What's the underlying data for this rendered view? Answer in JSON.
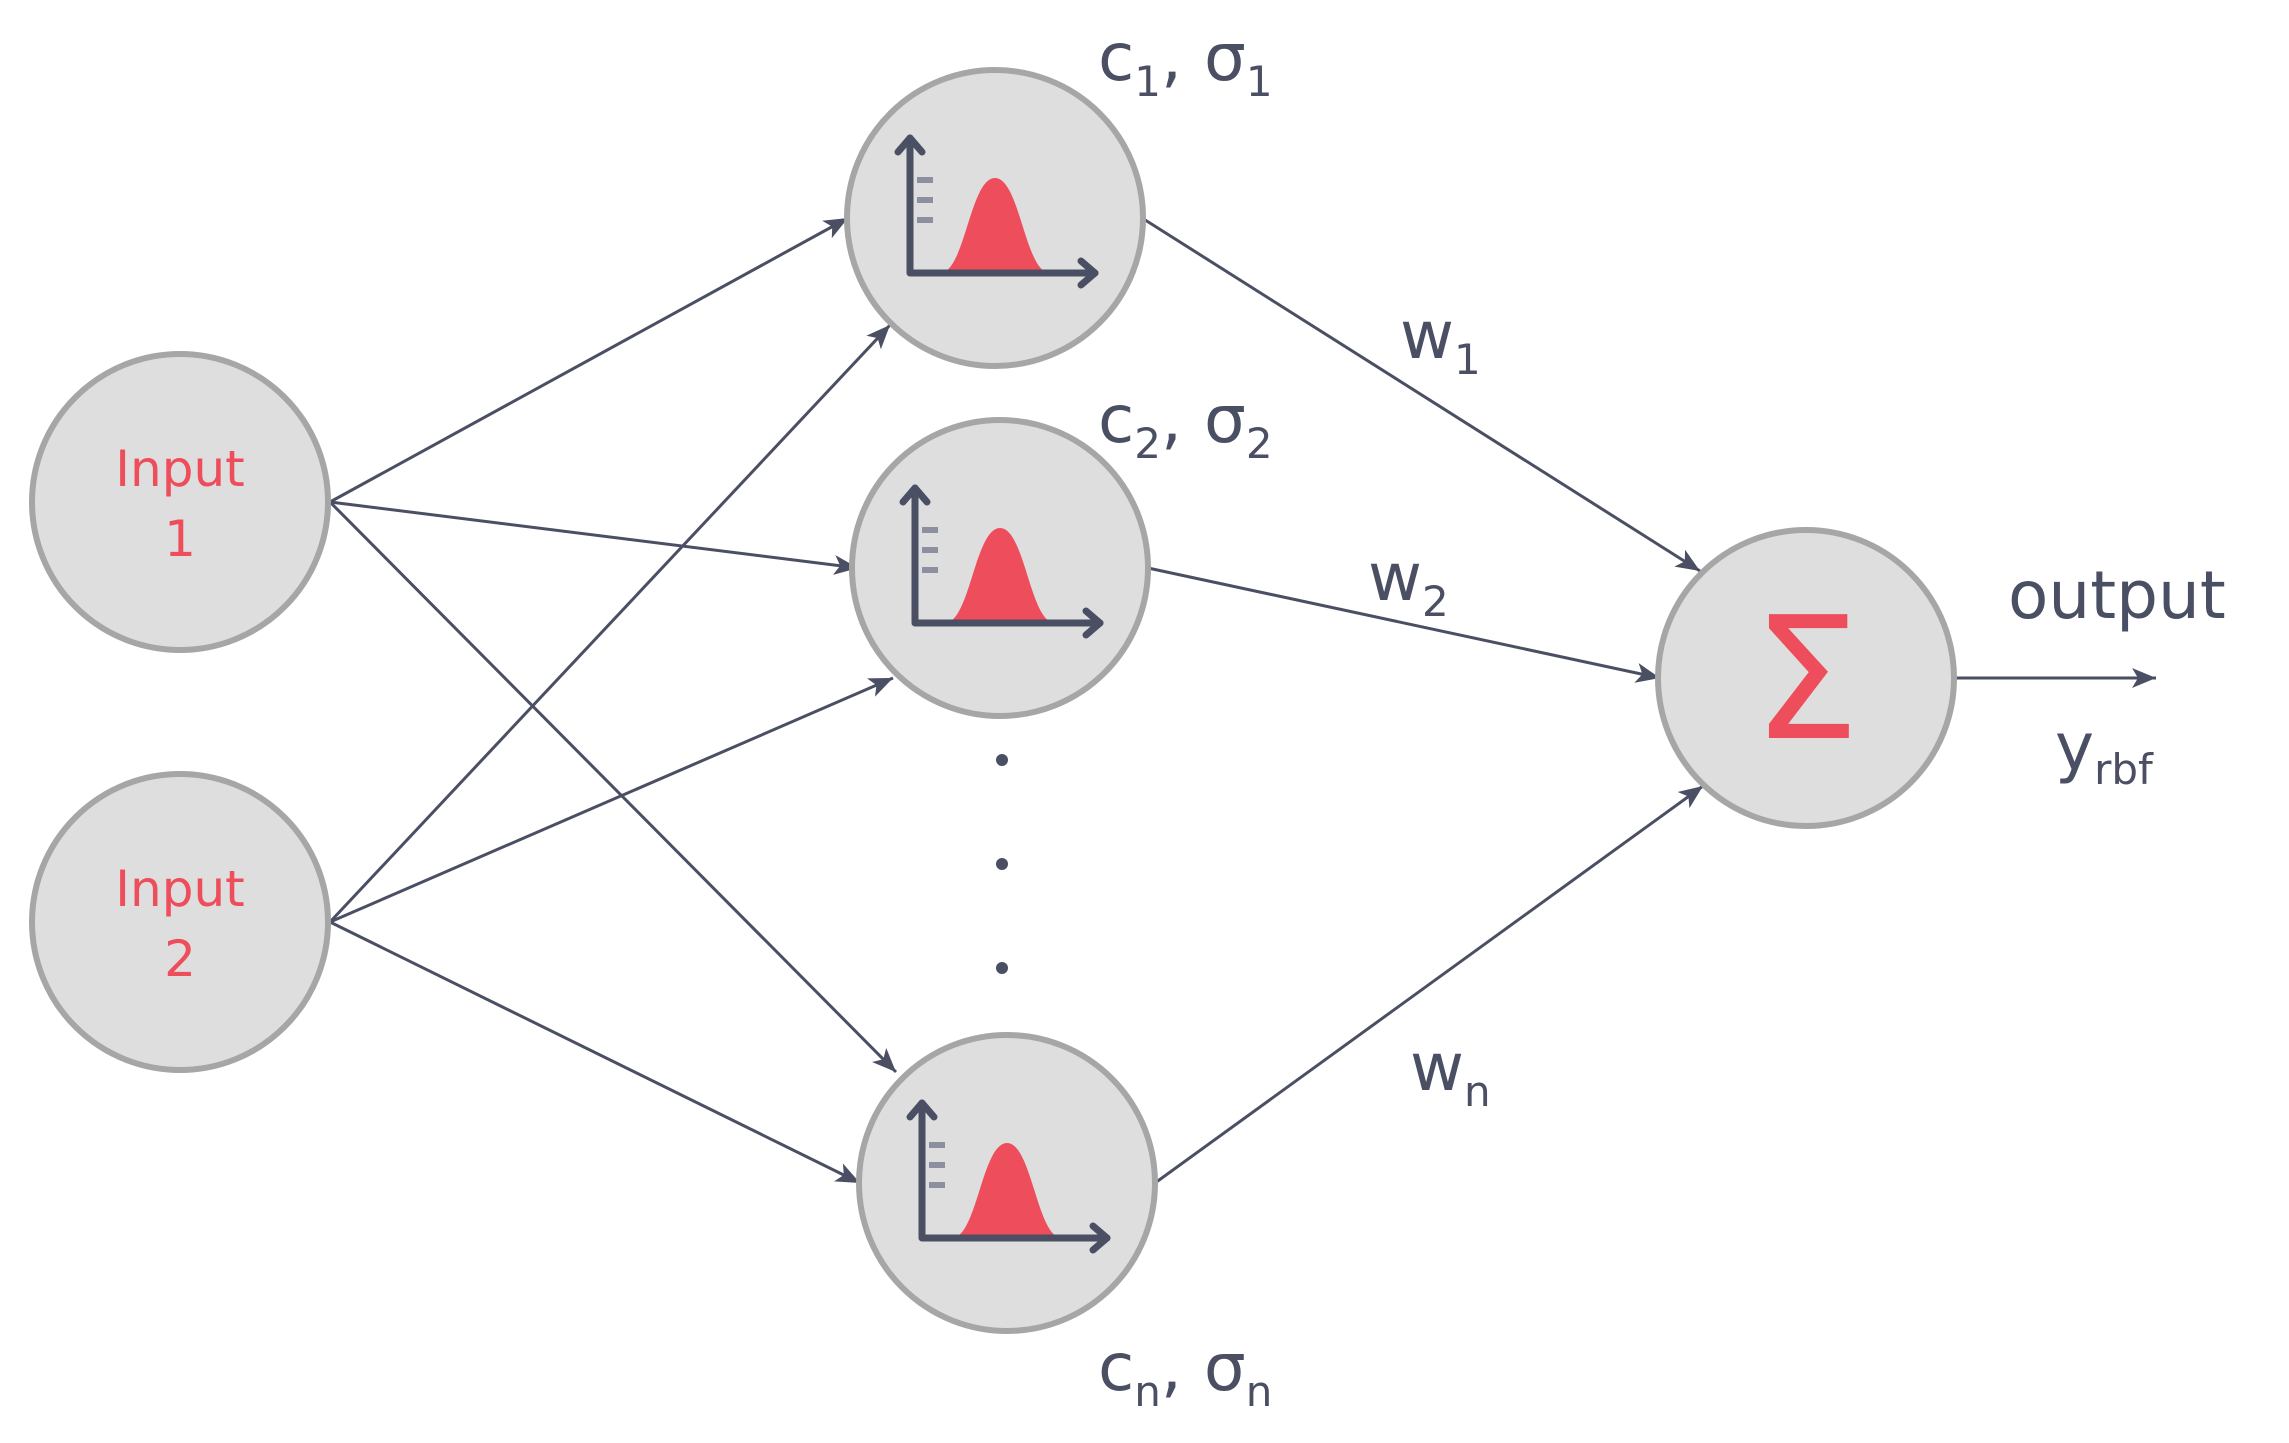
{
  "inputs": [
    {
      "line1": "Input",
      "line2": "1"
    },
    {
      "line1": "Input",
      "line2": "2"
    }
  ],
  "hidden": [
    {
      "c": "c",
      "c_sub": "1",
      "sigma": "σ",
      "sigma_sub": "1",
      "sep": ","
    },
    {
      "c": "c",
      "c_sub": "2",
      "sigma": "σ",
      "sigma_sub": "2",
      "sep": ","
    },
    {
      "c": "c",
      "c_sub": "n",
      "sigma": "σ",
      "sigma_sub": "n",
      "sep": ","
    }
  ],
  "weights": [
    {
      "w": "w",
      "sub": "1"
    },
    {
      "w": "w",
      "sub": "2"
    },
    {
      "w": "w",
      "sub": "n"
    }
  ],
  "sum_node": {
    "symbol": "Σ"
  },
  "output": {
    "label": "output",
    "y": "y",
    "y_sub": "rbf"
  },
  "colors": {
    "accent": "#ee4d5b",
    "ink": "#4a4f63",
    "node_fill": "#dedede",
    "node_stroke": "#a6a6a6"
  }
}
